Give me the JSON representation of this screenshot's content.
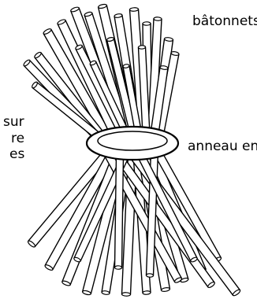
{
  "labels": {
    "sticks": "bâtonnets",
    "ring": "anneau en bois"
  },
  "cut_text_left": [
    "sur",
    "re",
    "es"
  ],
  "colors": {
    "stroke": "#000000",
    "fill": "#ffffff"
  }
}
